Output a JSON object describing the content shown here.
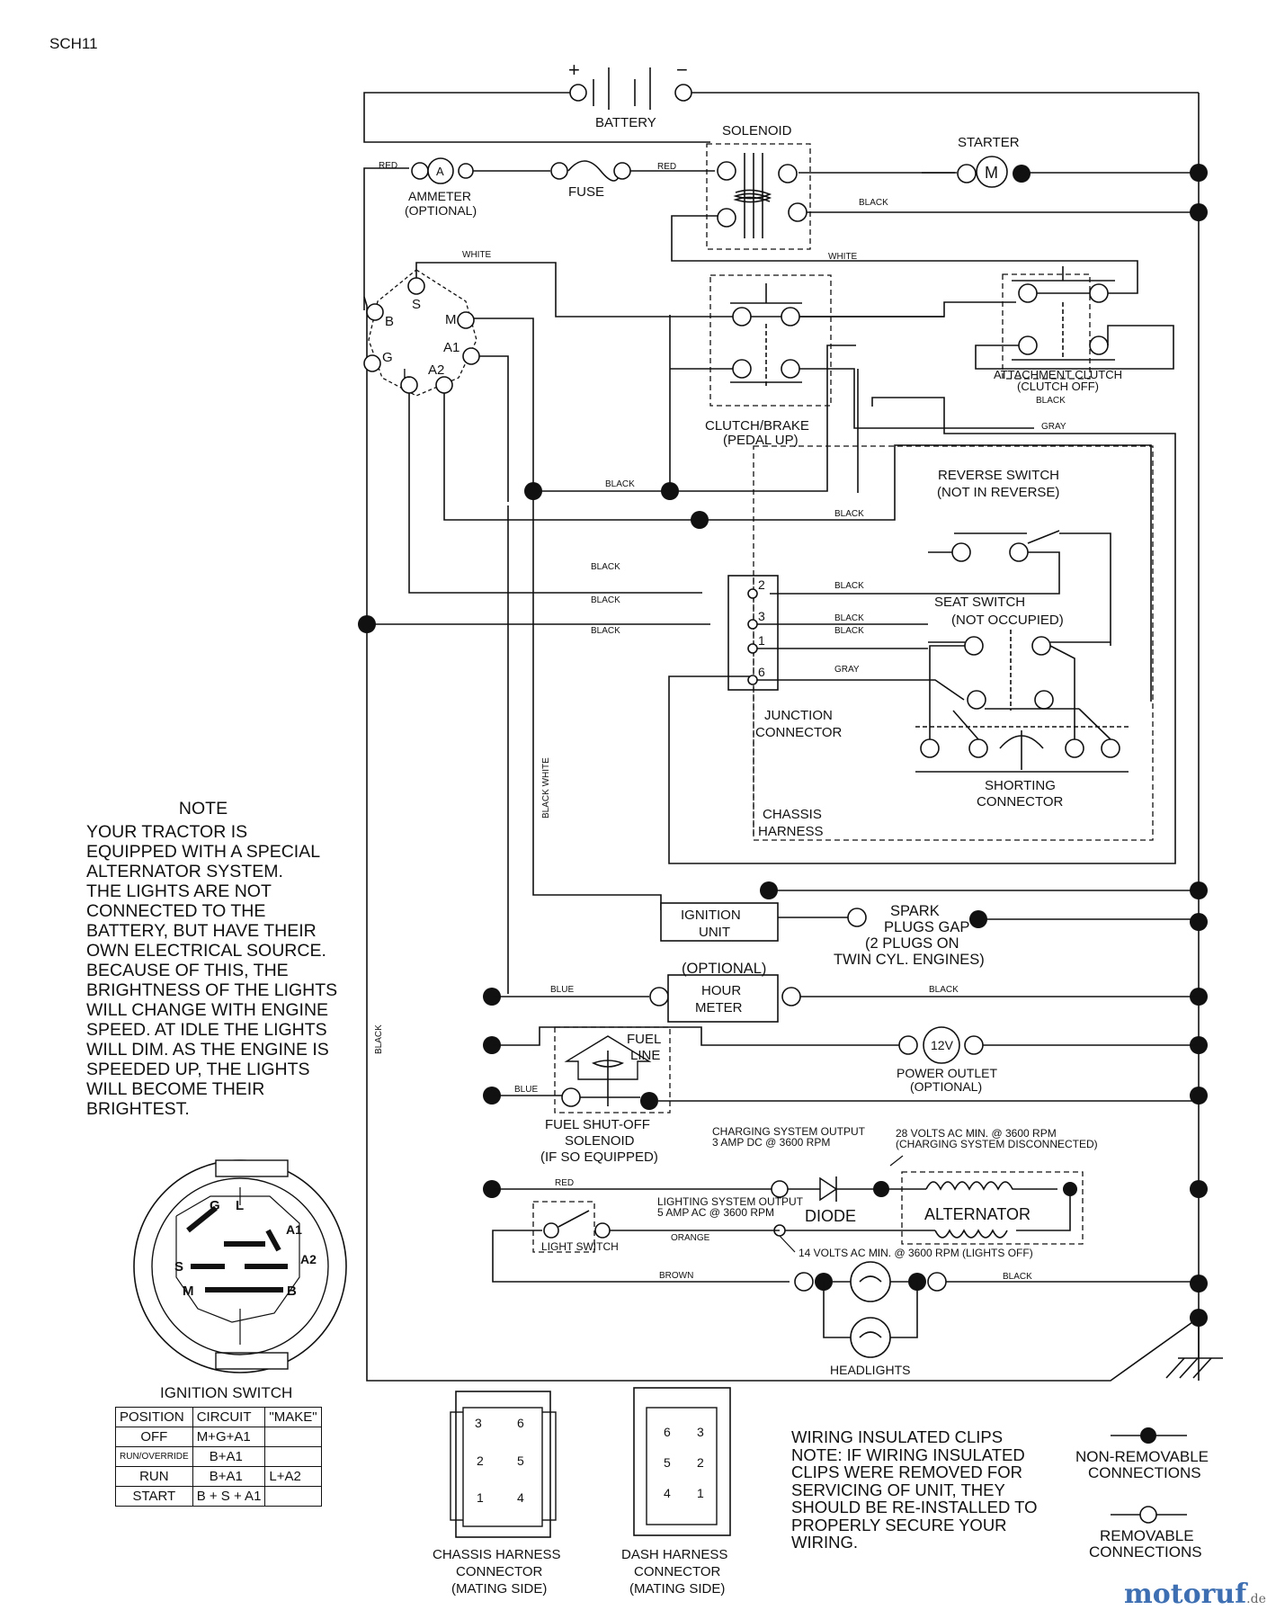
{
  "page_id": "SCH11",
  "components": {
    "battery": "BATTERY",
    "battery_plus": "+",
    "battery_minus": "−",
    "solenoid": "SOLENOID",
    "starter": "STARTER",
    "starter_symbol": "M",
    "ammeter": "AMMETER",
    "ammeter_optional": "(OPTIONAL)",
    "ammeter_symbol": "A",
    "fuse": "FUSE",
    "clutch_brake": "CLUTCH/BRAKE",
    "clutch_brake_state": "(PEDAL UP)",
    "attachment_clutch": "ATTACHMENT CLUTCH",
    "attachment_clutch_state": "(CLUTCH OFF)",
    "reverse_switch": "REVERSE SWITCH",
    "reverse_switch_state": "(NOT IN REVERSE)",
    "seat_switch": "SEAT SWITCH",
    "seat_switch_state": "(NOT OCCUPIED)",
    "junction_connector_1": "JUNCTION",
    "junction_connector_2": "CONNECTOR",
    "shorting_connector_1": "SHORTING",
    "shorting_connector_2": "CONNECTOR",
    "chassis_harness_1": "CHASSIS",
    "chassis_harness_2": "HARNESS",
    "ignition_unit_1": "IGNITION",
    "ignition_unit_2": "UNIT",
    "spark_1": "SPARK",
    "spark_2": "PLUGS GAP",
    "spark_3": "(2 PLUGS ON",
    "spark_4": "TWIN CYL. ENGINES)",
    "hour_meter_optional": "(OPTIONAL)",
    "hour_meter_1": "HOUR",
    "hour_meter_2": "METER",
    "fuel_line_1": "FUEL",
    "fuel_line_2": "LINE",
    "power_outlet_symbol": "12V",
    "power_outlet": "POWER OUTLET",
    "power_outlet_optional": "(OPTIONAL)",
    "fuel_solenoid_1": "FUEL SHUT-OFF",
    "fuel_solenoid_2": "SOLENOID",
    "fuel_solenoid_3": "(IF SO EQUIPPED)",
    "charging_output_1": "CHARGING SYSTEM OUTPUT",
    "charging_output_2": "3 AMP DC @ 3600 RPM",
    "ac28_1": "28 VOLTS AC MIN. @ 3600 RPM",
    "ac28_2": "(CHARGING SYSTEM DISCONNECTED)",
    "lighting_output_1": "LIGHTING SYSTEM OUTPUT",
    "lighting_output_2": "5 AMP AC @ 3600 RPM",
    "diode": "DIODE",
    "alternator": "ALTERNATOR",
    "ac14": "14 VOLTS AC MIN. @ 3600 RPM (LIGHTS OFF)",
    "light_switch": "LIGHT SWITCH",
    "headlights": "HEADLIGHTS",
    "ignition_switch": "IGNITION SWITCH"
  },
  "switch_terminals": {
    "s": "S",
    "b": "B",
    "m": "M",
    "g": "G",
    "l": "L",
    "a1": "A1",
    "a2": "A2"
  },
  "connector_pins": {
    "p2": "2",
    "p3": "3",
    "p1": "1",
    "p6": "6"
  },
  "wire_colors": {
    "red": "RED",
    "black": "BLACK",
    "white": "WHITE",
    "gray": "GRAY",
    "blue": "BLUE",
    "orange": "ORANGE",
    "brown": "BROWN",
    "black_white": "BLACK WHITE"
  },
  "note": {
    "title": "NOTE",
    "lines": [
      "YOUR TRACTOR IS",
      "EQUIPPED WITH A SPECIAL",
      "ALTERNATOR SYSTEM.",
      "THE LIGHTS ARE NOT",
      "CONNECTED TO THE",
      "BATTERY, BUT HAVE THEIR",
      "OWN ELECTRICAL SOURCE.",
      "BECAUSE OF THIS, THE",
      "BRIGHTNESS OF THE LIGHTS",
      "WILL CHANGE WITH ENGINE",
      "SPEED.  AT IDLE THE LIGHTS",
      "WILL DIM.  AS THE ENGINE IS",
      "SPEEDED UP, THE LIGHTS",
      "WILL BECOME THEIR",
      "BRIGHTEST."
    ]
  },
  "ignition_table": {
    "header": [
      "POSITION",
      "CIRCUIT",
      "\"MAKE\""
    ],
    "rows": [
      [
        "OFF",
        "M+G+A1",
        ""
      ],
      [
        "RUN/OVERRIDE",
        "B+A1",
        ""
      ],
      [
        "RUN",
        "B+A1",
        "L+A2"
      ],
      [
        "START",
        "B + S + A1",
        ""
      ]
    ]
  },
  "connectors": {
    "chassis_1": "CHASSIS HARNESS",
    "chassis_2": "CONNECTOR",
    "chassis_3": "(MATING SIDE)",
    "dash_1": "DASH HARNESS",
    "dash_2": "CONNECTOR",
    "dash_3": "(MATING SIDE)",
    "chassis_pins": [
      "3",
      "6",
      "2",
      "5",
      "1",
      "4"
    ],
    "dash_pins": [
      "6",
      "3",
      "5",
      "2",
      "4",
      "1"
    ]
  },
  "clips_note": [
    "WIRING INSULATED CLIPS",
    "NOTE: IF WIRING INSULATED",
    "CLIPS WERE REMOVED FOR",
    "SERVICING OF UNIT, THEY",
    "SHOULD BE RE-INSTALLED TO",
    "PROPERLY SECURE YOUR",
    "WIRING."
  ],
  "legend": {
    "non_removable_1": "NON-REMOVABLE",
    "non_removable_2": "CONNECTIONS",
    "removable_1": "REMOVABLE",
    "removable_2": "CONNECTIONS"
  },
  "watermark": {
    "main": "motoruf",
    "suffix": ".de"
  }
}
